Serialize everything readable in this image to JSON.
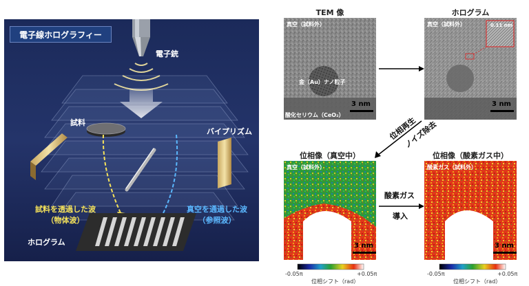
{
  "left": {
    "title": "電子線ホログラフィー",
    "electron_gun": "電子銃",
    "sample": "試料",
    "biprism": "バイプリズム",
    "wave_through_sample": "試料を透過した波",
    "object_wave": "（物体波）",
    "wave_through_vacuum": "真空を通過した波",
    "reference_wave": "（参照波）",
    "hologram": "ホログラム"
  },
  "tem": {
    "title": "TEM 像",
    "region": "真空（試料外）",
    "particle": "金（Au）ナノ粒子",
    "substrate": "酸化セリウム（CeO₂）",
    "scale": "3 nm"
  },
  "holo": {
    "title": "ホログラム",
    "region": "真空（試料外）",
    "fringe": "0.11 nm",
    "scale": "3 nm"
  },
  "process": {
    "line1": "位相再生",
    "line2": "ノイズ除去"
  },
  "phase_vac": {
    "title": "位相像（真空中）",
    "region": "真空（試料外）",
    "scale": "3 nm"
  },
  "gas_arrow": {
    "line1": "酸素ガス",
    "line2": "導入"
  },
  "phase_gas": {
    "title": "位相像（酸素ガス中）",
    "region": "酸素ガス（試料外）",
    "scale": "3 nm"
  },
  "colorbar": {
    "min": "-0.05π",
    "max": "+0.05π",
    "label": "位相シフト（rad）",
    "colors": [
      "#000000",
      "#1a2aa8",
      "#1fa0c8",
      "#2aa030",
      "#e8d020",
      "#e83010",
      "#ffffff"
    ]
  }
}
